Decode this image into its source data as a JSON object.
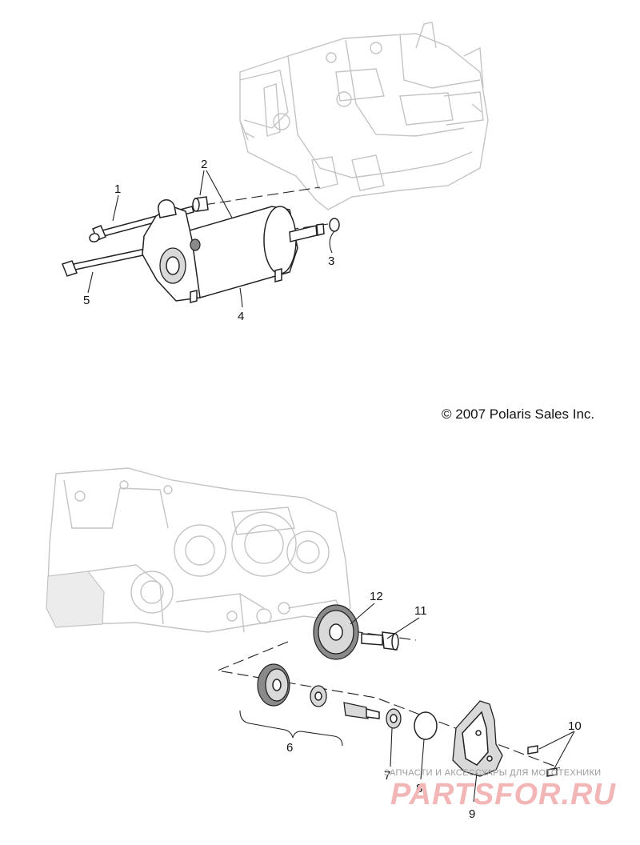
{
  "callouts": {
    "c1": "1",
    "c2": "2",
    "c3": "3",
    "c4": "4",
    "c5": "5",
    "c6": "6",
    "c7": "7",
    "c8": "8",
    "c9": "9",
    "c10": "10",
    "c11": "11",
    "c12": "12"
  },
  "copyright": "© 2007 Polaris Sales Inc.",
  "watermark": {
    "subtitle": "ЗАПЧАСТИ И АКСЕССУАРЫ ДЛЯ МОТОТЕХНИКИ",
    "brand": "PARTSFOR.RU"
  },
  "colors": {
    "ghost_engine": "#c4c4c4",
    "line_art": "#222222",
    "watermark": "#f2b6b6"
  }
}
